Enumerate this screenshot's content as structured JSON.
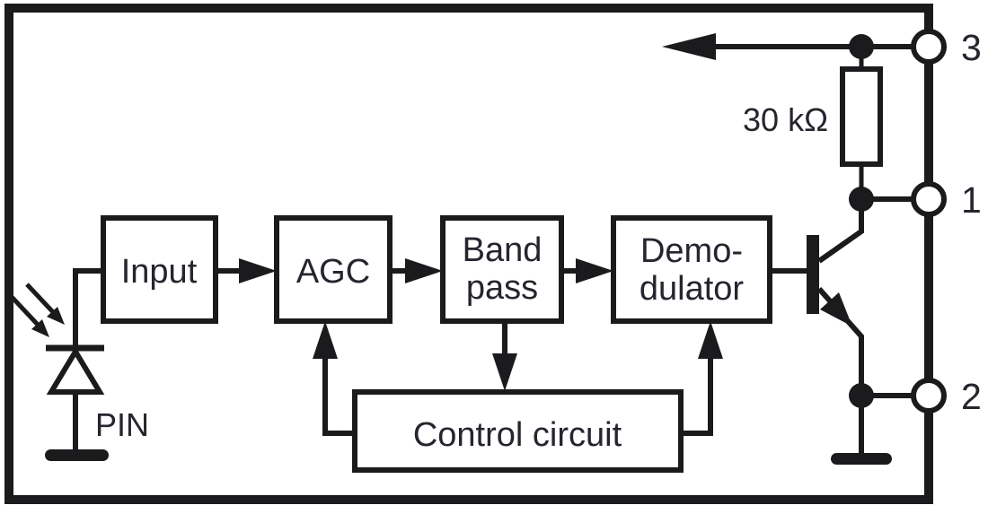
{
  "diagram": {
    "blocks": {
      "input": {
        "label": "Input"
      },
      "agc": {
        "label": "AGC"
      },
      "bandpass": {
        "line1": "Band",
        "line2": "pass"
      },
      "demodulator": {
        "line1": "Demo-",
        "line2": "dulator"
      },
      "control": {
        "label": "Control circuit"
      }
    },
    "components": {
      "resistor_label": "30 kΩ",
      "photodiode_label": "PIN"
    },
    "pins": [
      {
        "number": "3"
      },
      {
        "number": "1"
      },
      {
        "number": "2"
      }
    ],
    "colors": {
      "line": "#1b1b1d",
      "text": "#27242e",
      "background": "#ffffff"
    }
  }
}
